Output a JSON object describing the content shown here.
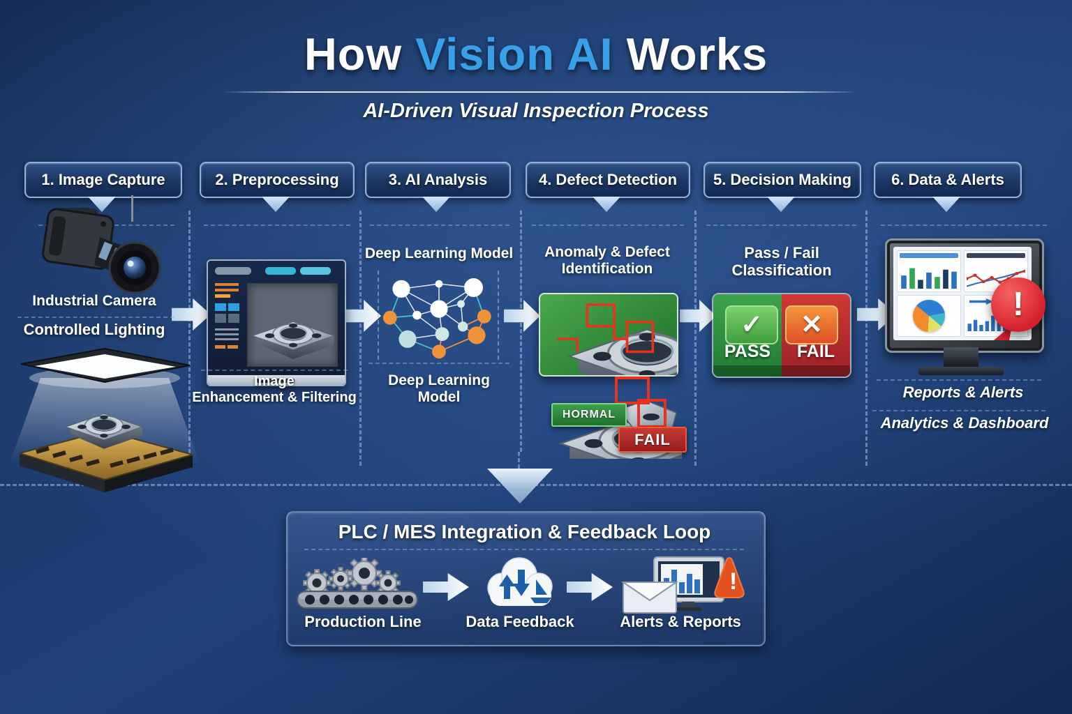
{
  "header": {
    "title_part1": "How",
    "title_highlight": "Vision AI",
    "title_part2": "Works",
    "subtitle": "AI-Driven Visual Inspection Process"
  },
  "steps": [
    {
      "label": "1. Image Capture"
    },
    {
      "label": "2. Preprocessing"
    },
    {
      "label": "3. AI Analysis"
    },
    {
      "label": "4. Defect Detection"
    },
    {
      "label": "5. Decision Making"
    },
    {
      "label": "6. Data & Alerts"
    }
  ],
  "columns": {
    "image_capture": {
      "camera_label": "Industrial Camera",
      "lighting_label": "Controlled Lighting"
    },
    "preprocessing": {
      "caption_line1": "Image",
      "caption_line2": "Enhancement & Filtering"
    },
    "ai_analysis": {
      "top_label": "Deep Learning Model",
      "bottom_label_line1": "Deep Learning",
      "bottom_label_line2": "Model"
    },
    "defect_detection": {
      "title_line1": "Anomaly & Defect",
      "title_line2": "Identification",
      "normal_tag": "HORMAL",
      "fail_tag": "FAIL"
    },
    "decision_making": {
      "title_line1": "Pass / Fail",
      "title_line2": "Classification",
      "pass_label": "PASS",
      "fail_label": "FAIL"
    },
    "data_alerts": {
      "label1": "Reports & Alerts",
      "label2": "Analytics & Dashboard"
    }
  },
  "bottom_panel": {
    "title": "PLC / MES Integration & Feedback Loop",
    "items": [
      {
        "label": "Production Line",
        "icon": "gears-conveyor-icon"
      },
      {
        "label": "Data Feedback",
        "icon": "cloud-sync-icon"
      },
      {
        "label": "Alerts & Reports",
        "icon": "mail-monitor-warning-icon"
      }
    ]
  },
  "icons": {
    "check_glyph": "✓",
    "cross_glyph": "✕",
    "alert_glyph": "!",
    "warning_glyph": "!",
    "dashboard": {
      "bar_chart_values": [
        45,
        70,
        30,
        55,
        40,
        65,
        58
      ],
      "bar_chart_colors": [
        "#2d6fc0",
        "#2fa84f",
        "#1b3a66"
      ],
      "line_chart_blue": [
        8,
        18,
        26,
        34,
        42,
        52,
        62
      ],
      "line_chart_red": [
        34,
        46,
        24,
        38,
        22,
        34,
        52,
        60
      ],
      "pie_segments": [
        {
          "color": "#2d7fd3",
          "pct": 36
        },
        {
          "color": "#3bb8c9",
          "pct": 14
        },
        {
          "color": "#e3de66",
          "pct": 15
        },
        {
          "color": "#f08a2d",
          "pct": 35
        }
      ],
      "bar_chart2_values": [
        30,
        45,
        25,
        40,
        62,
        35,
        50,
        28,
        58,
        40
      ]
    }
  },
  "colors": {
    "accent_blue": "#38a0e8",
    "pass_green": "#2f9c41",
    "fail_red": "#bf2733",
    "defect_panel_green": "#2e8b3a",
    "alert_red": "#d6202c",
    "background_navy": "#1d3c6f"
  }
}
